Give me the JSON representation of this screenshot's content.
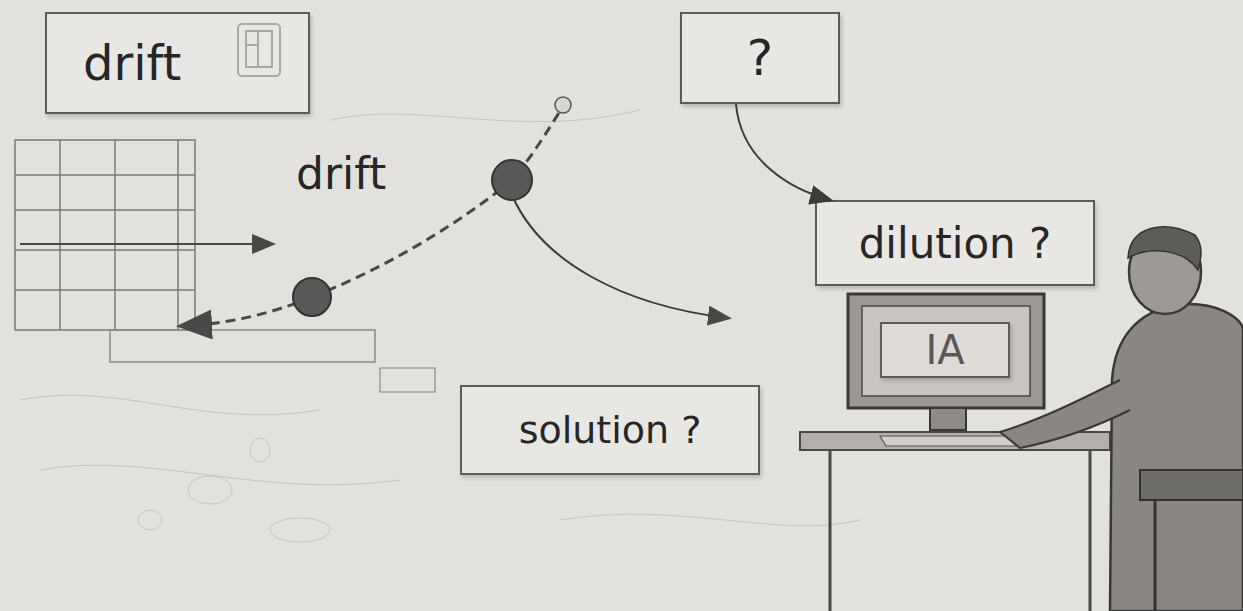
{
  "diagram": {
    "nodes": [
      {
        "text": [
          "drift"
        ]
      },
      {
        "text": [
          "?"
        ]
      },
      {
        "text": [
          "dilution ?"
        ]
      },
      {
        "text": [
          "IA"
        ]
      },
      {
        "text": [
          "solution ?"
        ]
      }
    ],
    "edges": [
      {
        "from": 1,
        "to": 2,
        "arrow": "to"
      }
    ],
    "labels": [
      "drift"
    ]
  }
}
